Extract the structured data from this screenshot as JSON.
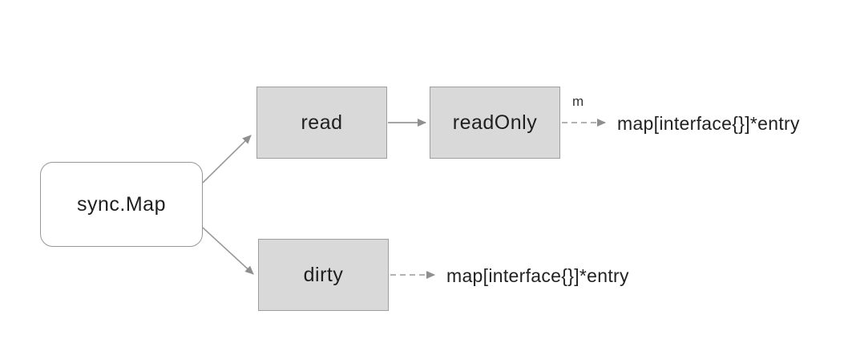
{
  "diagram": {
    "type": "flowchart",
    "nodes": [
      {
        "id": "sync-map",
        "label": "sync.Map",
        "shape": "rounded-rect",
        "fill": "#ffffff"
      },
      {
        "id": "read",
        "label": "read",
        "shape": "rect",
        "fill": "#d9d9d9"
      },
      {
        "id": "readonly",
        "label": "readOnly",
        "shape": "rect",
        "fill": "#d9d9d9"
      },
      {
        "id": "dirty",
        "label": "dirty",
        "shape": "rect",
        "fill": "#d9d9d9"
      }
    ],
    "edges": [
      {
        "from": "sync-map",
        "to": "read",
        "style": "solid",
        "label": ""
      },
      {
        "from": "sync-map",
        "to": "dirty",
        "style": "solid",
        "label": ""
      },
      {
        "from": "read",
        "to": "readonly",
        "style": "solid",
        "label": ""
      },
      {
        "from": "readonly",
        "to": "readonly-map-type",
        "style": "dashed",
        "label": "m"
      },
      {
        "from": "dirty",
        "to": "dirty-map-type",
        "style": "dashed",
        "label": ""
      }
    ],
    "texts": [
      {
        "id": "readonly-map-type",
        "label": "map[interface{}]*entry"
      },
      {
        "id": "dirty-map-type",
        "label": "map[interface{}]*entry"
      }
    ],
    "colors": {
      "background": "#ffffff",
      "node_fill": "#d9d9d9",
      "node_border": "#9e9e9e",
      "root_node_fill": "#ffffff",
      "root_node_border": "#979797",
      "arrow": "#999999",
      "arrowhead": "#8f8f8f",
      "text": "#222222"
    }
  }
}
